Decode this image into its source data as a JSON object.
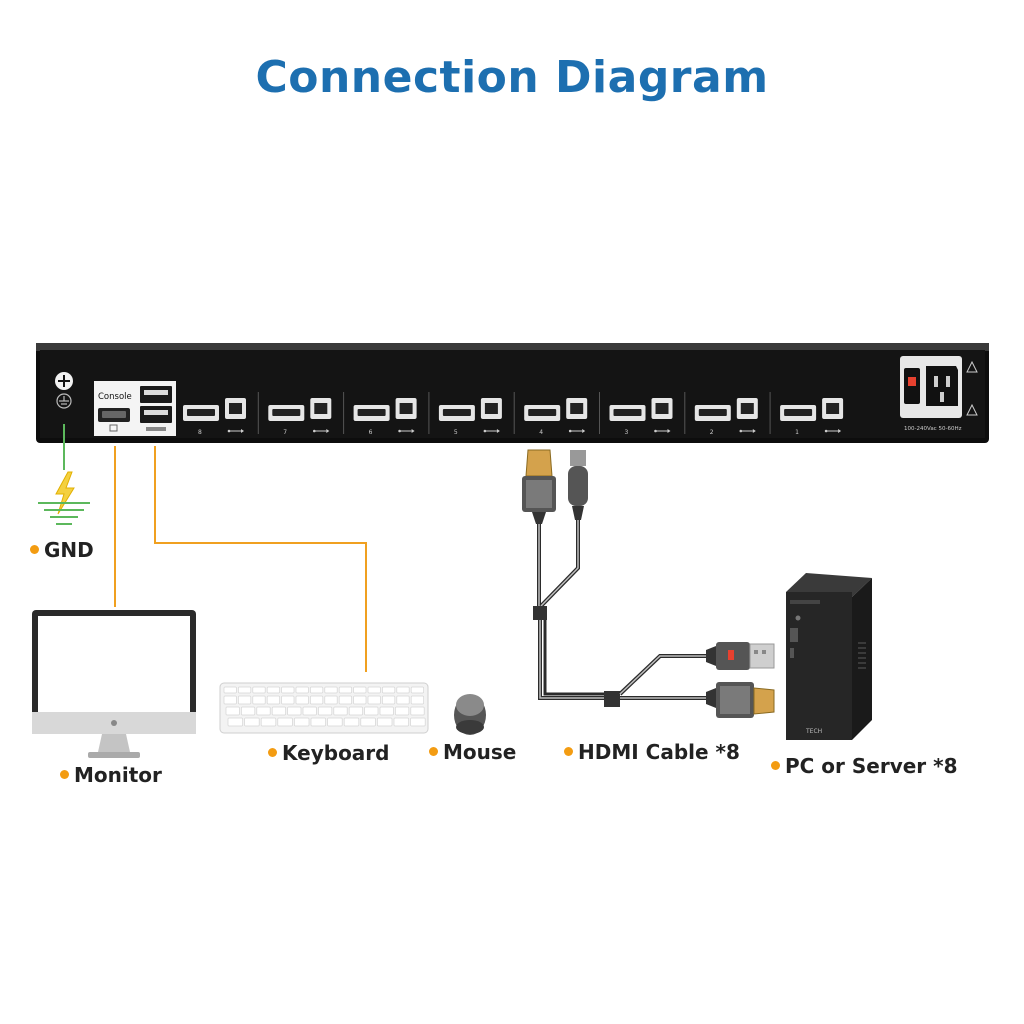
{
  "title": "Connection Diagram",
  "panel": {
    "console_label": "Console",
    "ports": [
      "8",
      "7",
      "6",
      "5",
      "4",
      "3",
      "2",
      "1"
    ],
    "power_spec": "100-240Vac 50-60Hz",
    "pc_brand": "TECH"
  },
  "labels": {
    "gnd": "GND",
    "monitor": "Monitor",
    "keyboard": "Keyboard",
    "mouse": "Mouse",
    "hdmi_cable": "HDMI Cable *8",
    "pc": "PC or Server *8"
  },
  "colors": {
    "title": "#1d6fb0",
    "accent": "#f39c12",
    "gnd_wire": "#5cb85c",
    "panel": "#111111"
  }
}
